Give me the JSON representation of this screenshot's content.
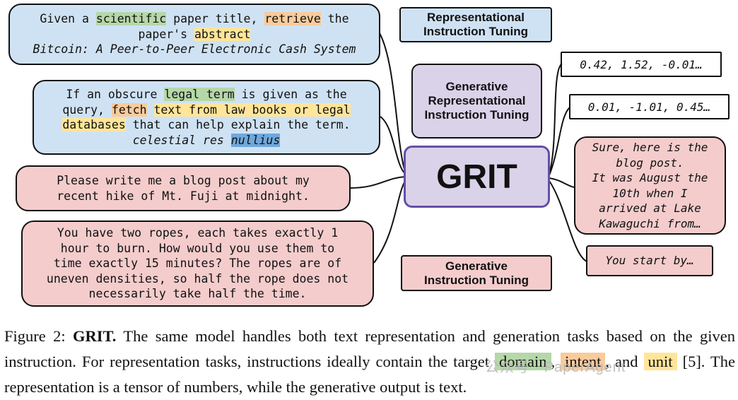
{
  "center": {
    "title": "GRIT"
  },
  "labels": {
    "rep_tuning": "Representational Instruction Tuning",
    "gen_rep_tuning": "Generative Representational Instruction Tuning",
    "gen_tuning": "Generative Instruction Tuning"
  },
  "box1": {
    "t1": "Given a ",
    "h1": "scientific",
    "t2": " paper title, ",
    "h2": "retrieve",
    "t3": " the",
    "t4": "paper's ",
    "h3": "abstract",
    "example": "Bitcoin: A Peer-to-Peer Electronic Cash System"
  },
  "box2": {
    "t1": "If an obscure ",
    "h1": "legal term",
    "t2": " is given as the",
    "t3": "query, ",
    "h2": "fetch",
    "t4": " ",
    "h3": "text from law books or legal",
    "h4": "databases",
    "t5": " that can help explain the term.",
    "example_a": "celestial res ",
    "example_b": "nullius"
  },
  "box3": {
    "line1": "Please write me a blog post about my",
    "line2": "recent hike of Mt. Fuji at midnight."
  },
  "box4": {
    "line1": "You have two ropes, each takes exactly 1",
    "line2": "hour to burn. How would you use them to",
    "line3": "time exactly 15 minutes? The ropes are of",
    "line4": "uneven densities, so half the rope does not",
    "line5": "necessarily take half the time."
  },
  "vectors": {
    "v1": "0.42, 1.52, -0.01…",
    "v2": "0.01, -1.01, 0.45…"
  },
  "out1": {
    "line1": "Sure, here is the",
    "line2": "blog post.",
    "line3": "It was August the",
    "line4": "10th when I",
    "line5": "arrived at Lake",
    "line6": "Kawaguchi from…"
  },
  "out2": {
    "text": "You start by…"
  },
  "caption": {
    "prefix": "Figure 2: ",
    "bold": "GRIT.",
    "p1": " The same model handles both text representation and generation tasks based on the given instruction. For representation tasks, instructions ideally contain the target ",
    "w1": "domain",
    "p2": ", ",
    "w2": "intent",
    "p3": ", and ",
    "w3": "unit",
    "p4": " [5]. The representation is a tensor of numbers, while the generative output is text."
  },
  "watermark": "公众号 · PaperAgent",
  "colors": {
    "blue_box": "#cfe2f3",
    "red_box": "#f4cccc",
    "purple_box": "#d9d2e9",
    "purple_border": "#674ea7",
    "green_hl": "#b6d7a8",
    "orange_hl": "#f9cb9c",
    "yellow_hl": "#ffe599",
    "blue_hl": "#6fa8dc"
  }
}
